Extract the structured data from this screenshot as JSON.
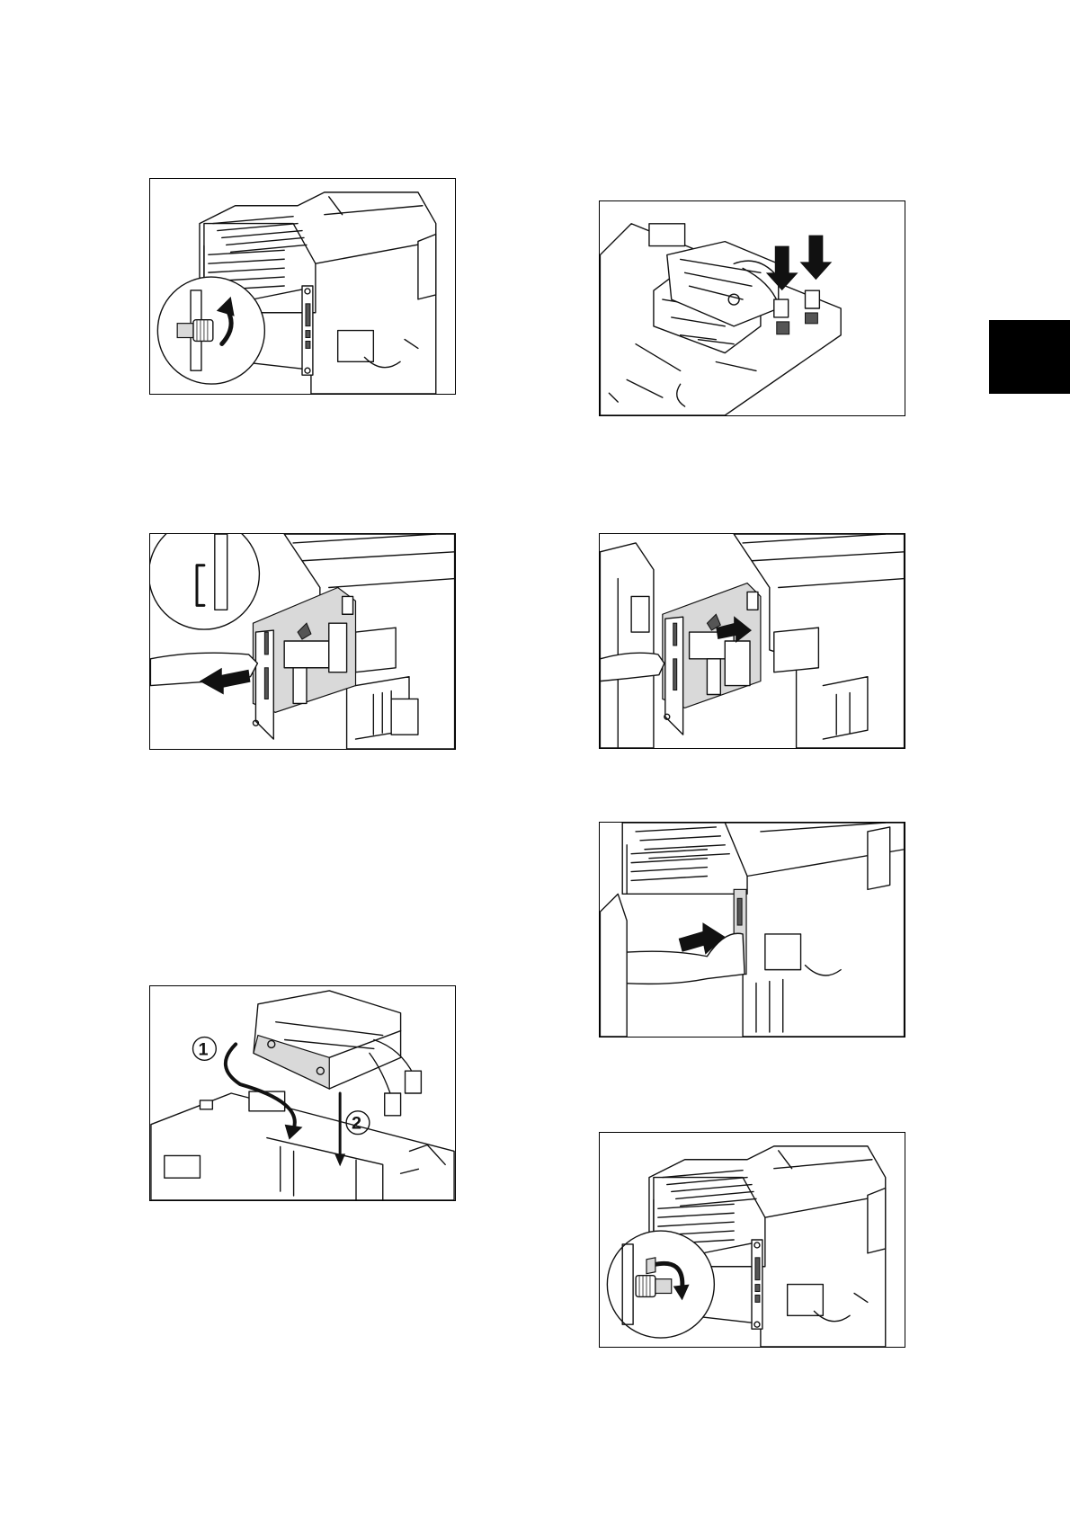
{
  "tab_color": "#000000",
  "figures": [
    {
      "id": "loosen-screws",
      "icons": [
        "printer",
        "thumbscrew",
        "counterclockwise-arrow"
      ]
    },
    {
      "id": "pull-out-board",
      "icons": [
        "printer",
        "controller-board",
        "handle",
        "pull-arrow"
      ]
    },
    {
      "id": "attach-hdd-kit",
      "icons": [
        "hard-disk-kit",
        "controller-board"
      ],
      "step_labels": [
        "1",
        "2"
      ]
    },
    {
      "id": "connect-cables",
      "icons": [
        "hard-disk-kit",
        "down-arrow",
        "down-arrow"
      ]
    },
    {
      "id": "align-board",
      "icons": [
        "printer",
        "controller-board",
        "insert-arrow"
      ]
    },
    {
      "id": "push-board-in",
      "icons": [
        "printer",
        "hand",
        "push-arrow"
      ]
    },
    {
      "id": "tighten-screws",
      "icons": [
        "printer",
        "thumbscrew",
        "clockwise-arrow"
      ]
    }
  ]
}
